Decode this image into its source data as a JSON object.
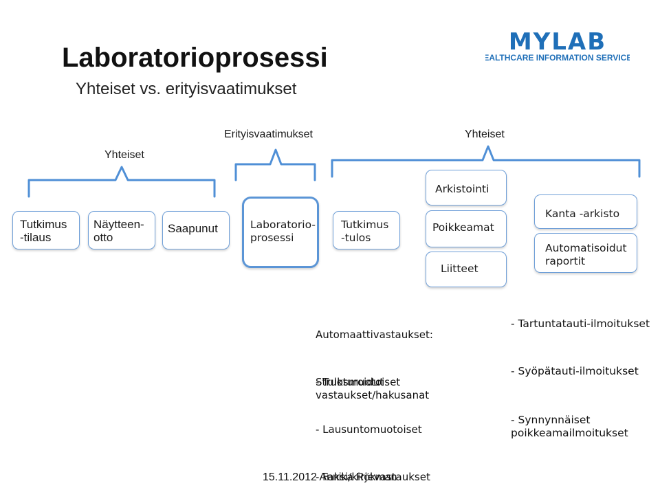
{
  "slide": {
    "title": "Laboratorioprosessi",
    "subtitle": "Yhteiset vs. erityisvaatimukset",
    "footer": "15.11.2012 Annika Rökman"
  },
  "logo": {
    "wordmark": "MYLAB",
    "tagline": "HEALTHCARE INFORMATION SERVICES",
    "color": "#1f6fb8"
  },
  "braces": {
    "left_label": "Yhteiset",
    "middle_label": "Erityisvaatimukset",
    "right_label": "Yhteiset"
  },
  "boxes": {
    "tilaus": "Tutkimus\n-tilaus",
    "nayte": "Näytteen-\notto",
    "saapunut": "Saapunut",
    "lab": "Laboratorio-\nprosessi",
    "tulos": "Tutkimus\n-tulos",
    "arkistointi": "Arkistointi",
    "poikkeamat": "Poikkeamat",
    "liitteet": "Liitteet",
    "kanta": "Kanta -arkisto",
    "auto": "Automatisoidut\nraportit"
  },
  "notes": {
    "vastaukset": [
      "Automaattivastaukset:",
      "- Tulosmuotoiset",
      "- Lausuntomuotoiset",
      "- Faksi/kirjevastaukset"
    ],
    "strukturoidut": "Strukturoidut\nvastaukset/hakusanat",
    "ilmoitukset": [
      "- Tartuntatauti-ilmoitukset",
      "- Syöpätauti-ilmoitukset",
      "- Synnynnäiset\npoikkeamailmoitukset"
    ]
  },
  "colors": {
    "box_border": "#6f9fd8",
    "accent_border": "#5b95d6",
    "brace": "#4f8fd6"
  }
}
